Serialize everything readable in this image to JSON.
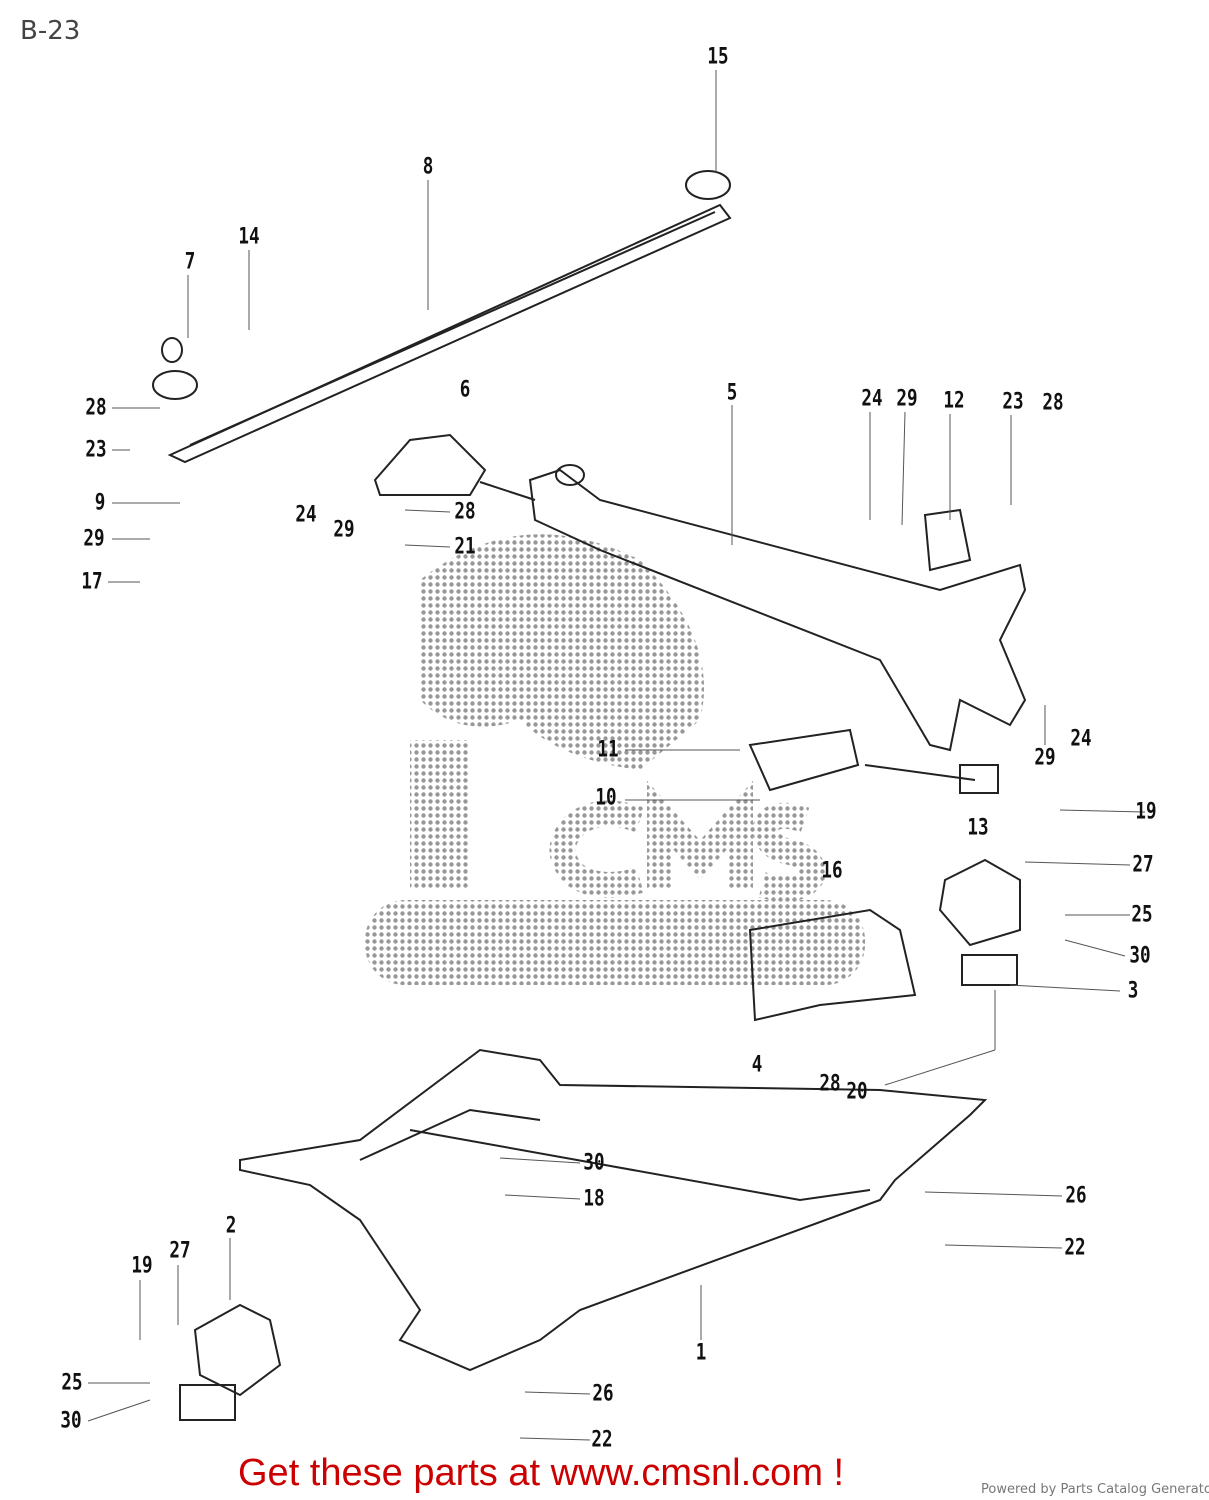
{
  "diagram": {
    "title": "B-23",
    "callouts": [
      "15",
      "8",
      "14",
      "7",
      "28",
      "23",
      "6",
      "5",
      "24",
      "29",
      "12",
      "23",
      "28",
      "9",
      "29",
      "17",
      "24",
      "29",
      "28",
      "21",
      "11",
      "10",
      "29",
      "24",
      "13",
      "16",
      "19",
      "27",
      "25",
      "30",
      "3",
      "4",
      "28",
      "20",
      "30",
      "18",
      "26",
      "22",
      "2",
      "19",
      "27",
      "1",
      "25",
      "30",
      "26",
      "22"
    ],
    "watermark": "CMS",
    "watermark_color": "#333333"
  },
  "footer": {
    "cta": "Get these parts at www.cmsnl.com !",
    "cta_color": "#cc0000",
    "powered_by": "Powered by Parts Catalog Generator"
  }
}
